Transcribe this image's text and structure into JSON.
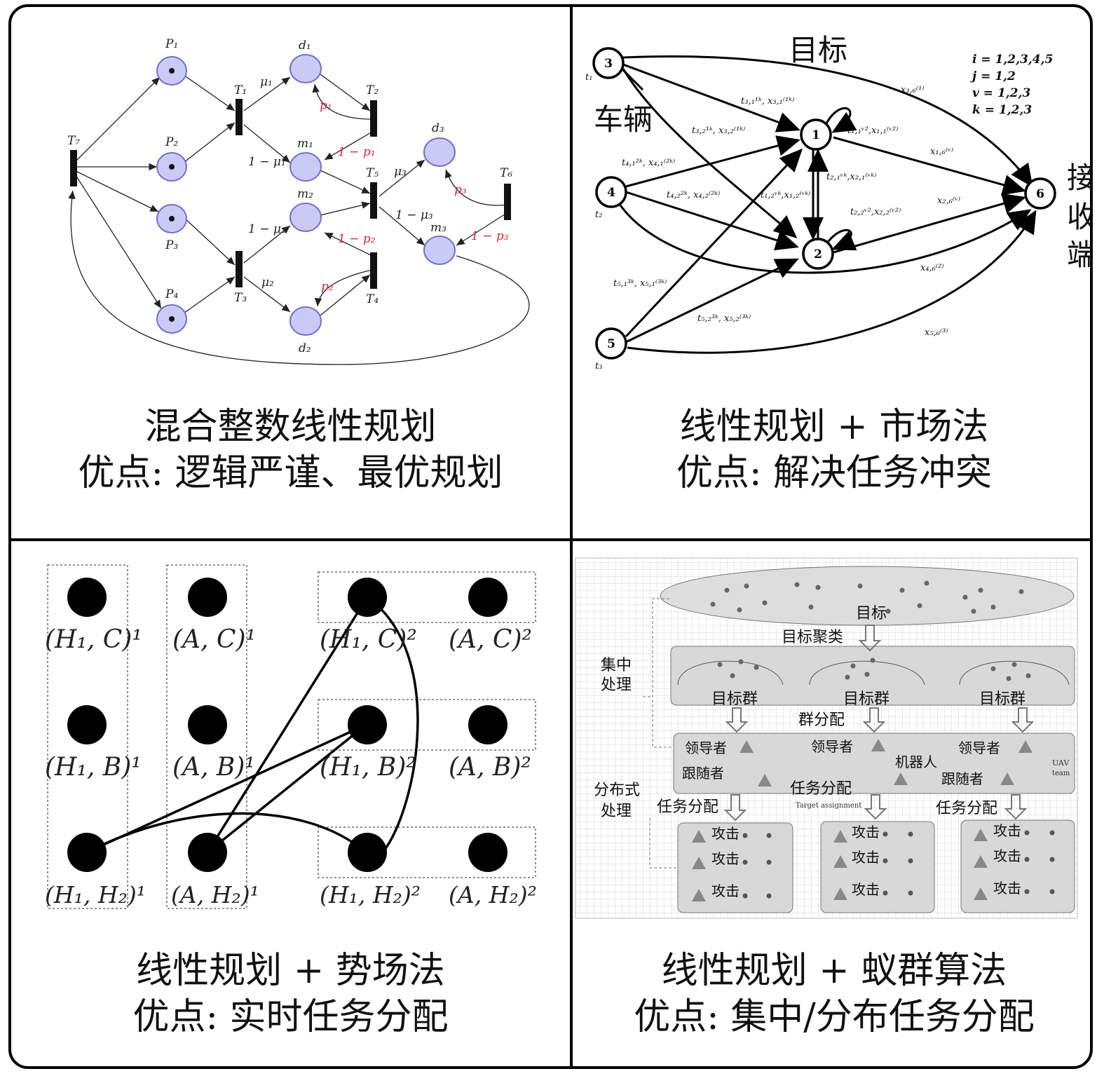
{
  "panels": {
    "top_left": {
      "caption_title": "混合整数线性规划",
      "caption_advantage": "优点: 逻辑严谨、最优规划",
      "labels": {
        "P1": "P₁",
        "P2": "P₂",
        "P3": "P₃",
        "P4": "P₄",
        "T1": "T₁",
        "T2": "T₂",
        "T3": "T₃",
        "T4": "T₄",
        "T5": "T₅",
        "T6": "T₆",
        "T7": "T₇",
        "d1": "d₁",
        "d2": "d₂",
        "d3": "d₃",
        "m1": "m₁",
        "m2": "m₂",
        "m3": "m₃",
        "mu1": "μ₁",
        "mu2": "μ₂",
        "mu3": "μ₃",
        "one_mu1": "1 − μ₁",
        "one_mu2": "1 − μ₂",
        "one_mu3": "1 − μ₃",
        "p1": "p₁",
        "p2": "p₂",
        "p3": "p₃",
        "one_p1": "1 − p₁",
        "one_p2": "1 − p₂",
        "one_p3": "1 − p₃"
      }
    },
    "top_right": {
      "caption_title": "线性规划 + 市场法",
      "caption_advantage": "优点: 解决任务冲突",
      "labels": {
        "target": "目标",
        "vehicle": "车辆",
        "receiver": "接收端",
        "n1": "1",
        "n2": "2",
        "n3": "3",
        "n4": "4",
        "n5": "5",
        "n6": "6",
        "t1": "t₁",
        "t2": "t₂",
        "t3": "t₃",
        "i_set": "i = 1,2,3,4,5",
        "j_set": "j = 1,2",
        "v_set": "v = 1,2,3",
        "k_set": "k = 1,2,3",
        "e31": "t₃,₁¹ᵏ, x₃,₁⁽¹ᵏ⁾",
        "e32": "t₃,₂¹ᵏ, x₃,₂⁽¹ᵏ⁾",
        "e41": "t₄,₁²ᵏ, x₄,₁⁽²ᵏ⁾",
        "e42": "t₄,₂²ᵏ, x₄,₂⁽²ᵏ⁾",
        "e51": "t₅,₁³ᵏ, x₅,₁⁽³ᵏ⁾",
        "e52": "t₅,₂³ᵏ, x₅,₂⁽³ᵏ⁾",
        "e11": "t₁,₁ᵛ²,x₁,₁⁽ᵛ²⁾",
        "e21": "t₂,₁ᵛᵏ,x₂,₁⁽ᵛᵏ⁾",
        "e12": "t₁,₂ᵛᵏ,x₁,₂⁽ᵛᵏ⁾",
        "e22": "t₂,₂ᵛ²,x₂,₂⁽ᵛ²⁾",
        "e16": "x₁,₆⁽ᵛ⁾",
        "e26": "x₂,₆⁽ᵛ⁾",
        "e36": "x₃,₆⁽¹⁾",
        "e46": "x₄,₆⁽²⁾",
        "e56": "x₅,₆⁽³⁾"
      }
    },
    "bottom_left": {
      "caption_title": "线性规划 + 势场法",
      "caption_advantage": "优点: 实时任务分配",
      "labels": {
        "h1c1": "(H₁, C)¹",
        "ac1": "(A, C)¹",
        "h1c2": "(H₁, C)²",
        "ac2": "(A, C)²",
        "h1b1": "(H₁, B)¹",
        "ab1": "(A, B)¹",
        "h1b2": "(H₁, B)²",
        "ab2": "(A, B)²",
        "h1h21": "(H₁, H₂)¹",
        "ah21": "(A, H₂)¹",
        "h1h22": "(H₁, H₂)²",
        "ah22": "(A, H₂)²"
      }
    },
    "bottom_right": {
      "caption_title": "线性规划 + 蚁群算法",
      "caption_advantage": "优点: 集中/分布任务分配",
      "labels": {
        "target": "目标",
        "cluster": "目标聚类",
        "centralized": "集中\n处理",
        "target_group": "目标群",
        "group_alloc": "群分配",
        "leader": "领导者",
        "follower": "跟随者",
        "robot": "机器人",
        "distributed": "分布式\n处理",
        "task_alloc": "任务分配",
        "target_assignment": "Target assignment",
        "uav_team": "UAV\nteam",
        "attack": "攻击",
        "ellipsis": "···"
      }
    }
  }
}
